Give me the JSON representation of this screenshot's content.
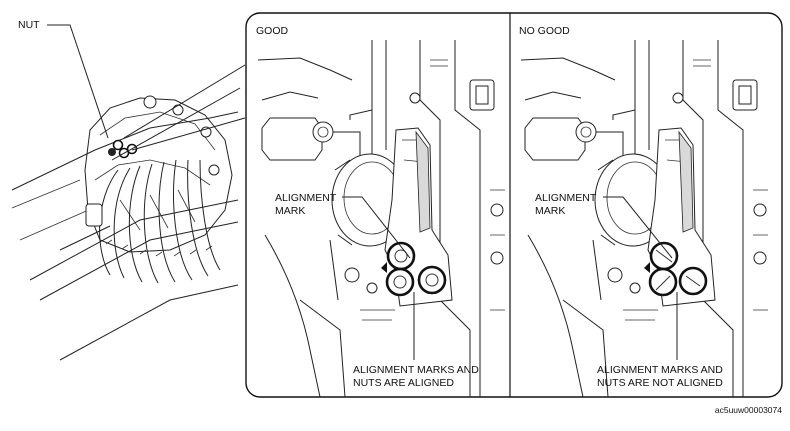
{
  "labels": {
    "nut": "NUT",
    "good": "GOOD",
    "no_good": "NO GOOD",
    "alignment_mark_line1": "ALIGNMENT",
    "alignment_mark_line2": "MARK",
    "aligned_line1": "ALIGNMENT MARKS AND",
    "aligned_line2": "NUTS ARE ALIGNED",
    "not_aligned_line1": "ALIGNMENT MARKS AND",
    "not_aligned_line2": "NUTS ARE NOT ALIGNED",
    "figure_code": "ac5uuw00003074"
  },
  "panels": [
    {
      "id": "good",
      "title": "GOOD",
      "nuts_aligned": true
    },
    {
      "id": "no-good",
      "title": "NO GOOD",
      "nuts_aligned": false
    }
  ]
}
